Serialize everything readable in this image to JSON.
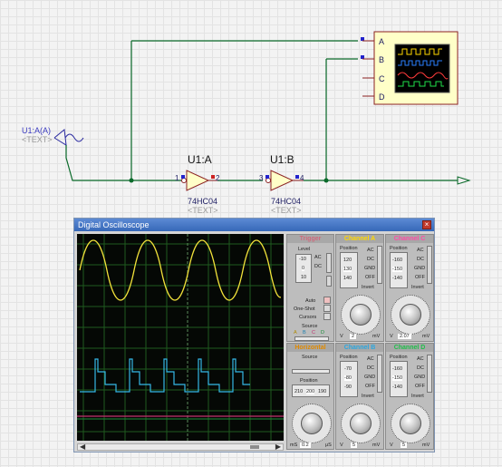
{
  "schematic": {
    "generator_label": "U1:A(A)",
    "generator_text": "<TEXT>",
    "gate1_ref": "U1:A",
    "gate1_part": "74HC04",
    "gate1_text": "<TEXT>",
    "gate1_pin_in": "1",
    "gate1_pin_out": "2",
    "gate2_ref": "U1:B",
    "gate2_part": "74HC04",
    "gate2_text": "<TEXT>",
    "gate2_pin_in": "3",
    "gate2_pin_out": "4",
    "scope_pins": [
      "A",
      "B",
      "C",
      "D"
    ]
  },
  "oscilloscope": {
    "title": "Digital Oscilloscope",
    "close_icon": "close-icon",
    "trigger": {
      "title": "Trigger",
      "level_label": "Level",
      "level_values": [
        "-10",
        "0",
        "10"
      ],
      "coupling": [
        "AC",
        "DC"
      ],
      "auto_label": "Auto",
      "oneshot_label": "One-Shot",
      "cursors_label": "Cursors",
      "source_label": "Source",
      "source_channels": [
        "A",
        "B",
        "C",
        "D"
      ]
    },
    "horizontal": {
      "title": "Horizontal",
      "source_label": "Source",
      "position_label": "Position",
      "position_values": [
        "210",
        "200",
        "190"
      ],
      "units": [
        "mS",
        "μS"
      ],
      "readout": "0.2"
    },
    "channels": [
      {
        "name": "Channel A",
        "color": "#ffd700",
        "position_label": "Position",
        "values": [
          "120",
          "130",
          "140"
        ],
        "coupling": [
          "AC",
          "DC",
          "GND",
          "OFF"
        ],
        "invert_label": "Invert",
        "units": [
          "V",
          "mV"
        ],
        "readout": "2"
      },
      {
        "name": "Channel B",
        "color": "#2aa7e0",
        "position_label": "Position",
        "values": [
          "-70",
          "-80",
          "-90"
        ],
        "coupling": [
          "AC",
          "DC",
          "GND",
          "OFF"
        ],
        "invert_label": "Invert",
        "units": [
          "V",
          "mV"
        ],
        "readout": "5"
      },
      {
        "name": "Channel C",
        "color": "#ff4da6",
        "position_label": "Position",
        "values": [
          "-160",
          "-150",
          "-140"
        ],
        "coupling": [
          "AC",
          "DC",
          "GND",
          "OFF"
        ],
        "invert_label": "Invert",
        "units": [
          "V",
          "mV"
        ],
        "readout": "2.07"
      },
      {
        "name": "Channel D",
        "color": "#1fbf4a",
        "position_label": "Position",
        "values": [
          "-160",
          "-150",
          "-140"
        ],
        "coupling": [
          "AC",
          "DC",
          "GND",
          "OFF"
        ],
        "invert_label": "Invert",
        "units": [
          "V",
          "mV"
        ],
        "readout": "5"
      }
    ]
  }
}
